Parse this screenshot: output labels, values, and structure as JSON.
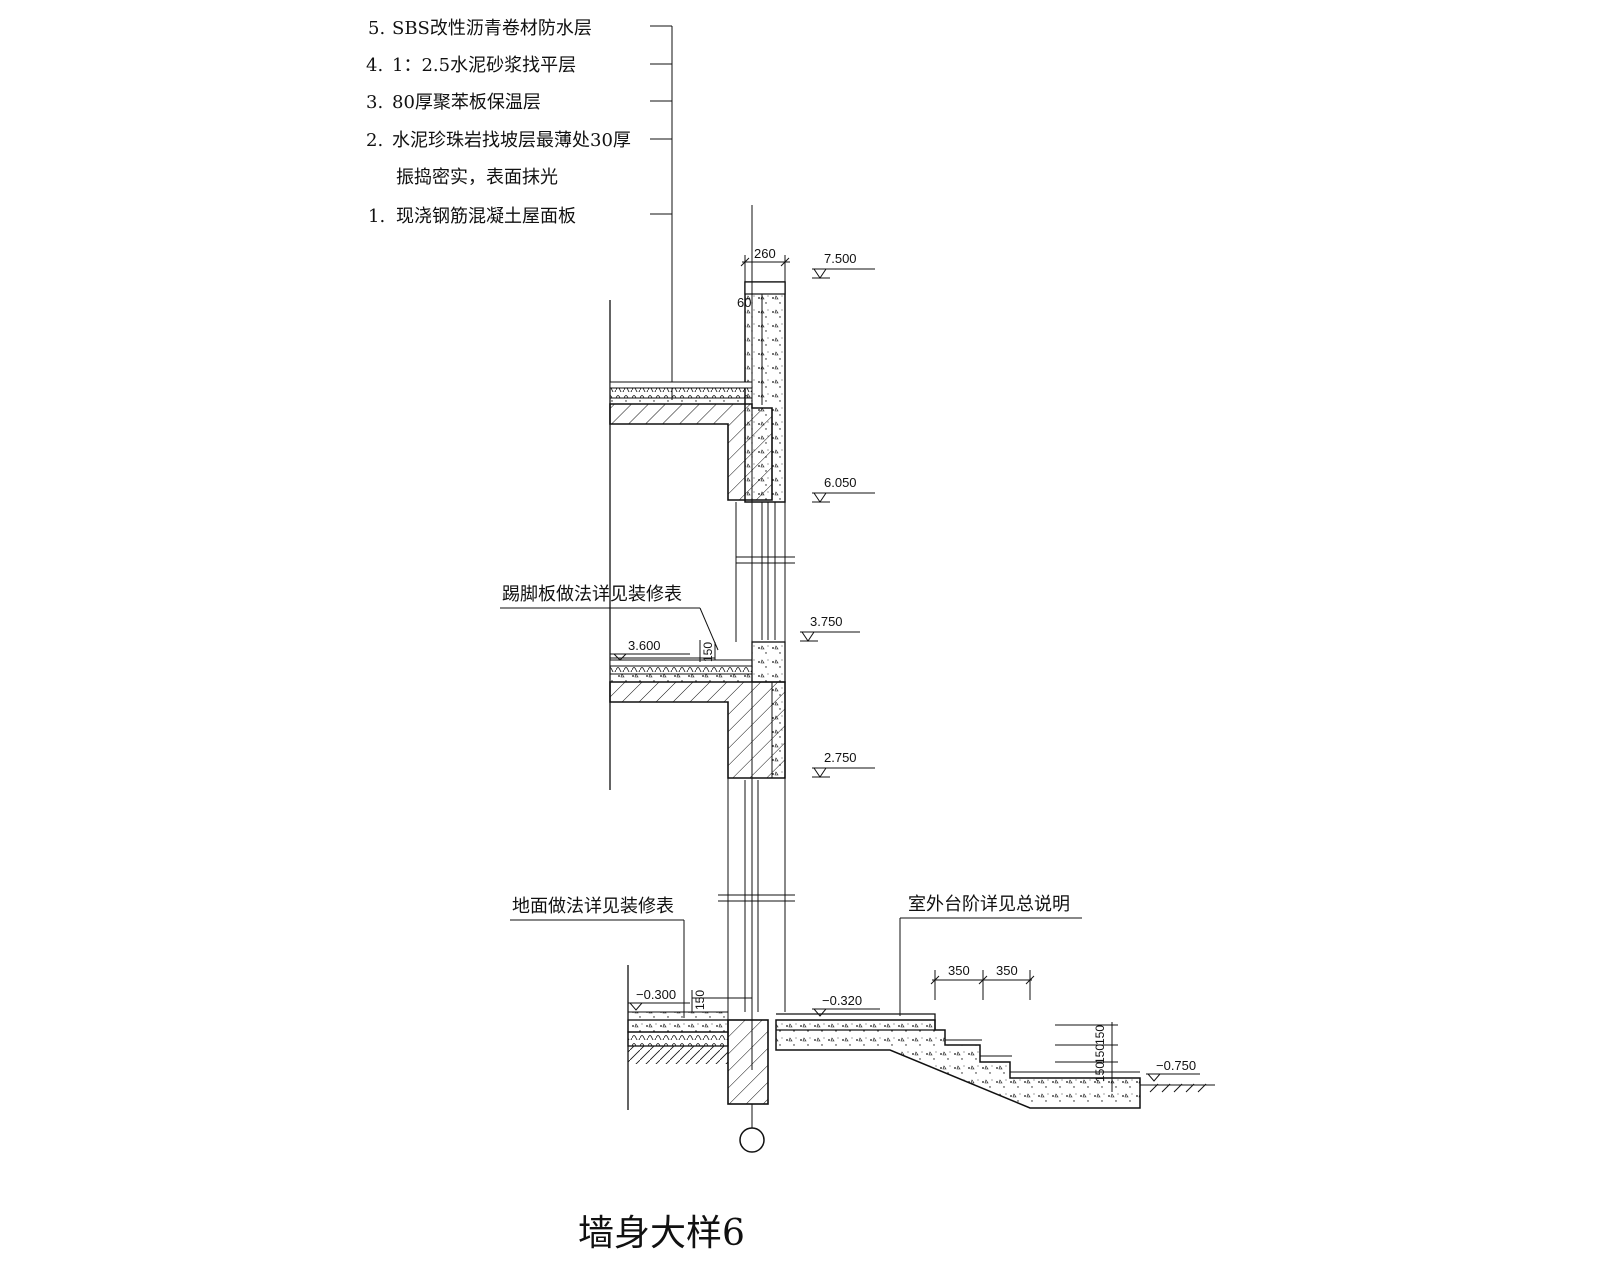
{
  "title": "墙身大样6",
  "layers": [
    {
      "num": "5.",
      "text": "SBS改性沥青卷材防水层"
    },
    {
      "num": "4.",
      "text": "1：2.5水泥砂浆找平层"
    },
    {
      "num": "3.",
      "text": "80厚聚苯板保温层"
    },
    {
      "num": "2.",
      "text": "水泥珍珠岩找坡层最薄处30厚"
    },
    {
      "num": "",
      "text": "振捣密实，表面抹光"
    },
    {
      "num": "1.",
      "text": "现浇钢筋混凝土屋面板"
    }
  ],
  "notes": {
    "skirting": "踢脚板做法详见装修表",
    "floor": "地面做法详见装修表",
    "steps": "室外台阶详见总说明"
  },
  "elevations": {
    "e7500": "7.500",
    "e6050": "6.050",
    "e3750": "3.750",
    "e2750": "2.750",
    "e3600": "3.600",
    "em0300": "−0.300",
    "em0320": "−0.320",
    "em0750": "−0.750"
  },
  "dimensions": {
    "d260": "260",
    "d60": "60",
    "d150a": "150",
    "d150b": "150",
    "d350a": "350",
    "d350b": "350",
    "d150c": "150",
    "d150d": "150",
    "d150e": "150"
  },
  "colors": {
    "line": "#111111",
    "background": "#ffffff"
  }
}
